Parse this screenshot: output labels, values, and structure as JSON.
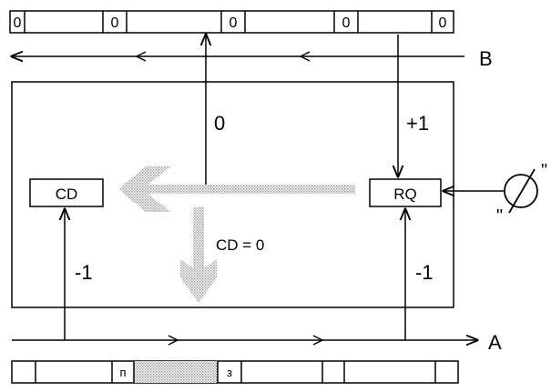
{
  "top_tape": {
    "cells": [
      "0",
      "0",
      "0",
      "0",
      "0"
    ]
  },
  "lines": {
    "top": "B",
    "bottom": "A"
  },
  "boxes": {
    "left": "CD",
    "right": "RQ"
  },
  "labels": {
    "down_from_b": "+1",
    "up_to_b": "0",
    "left_up_from_a": "-1",
    "right_up_from_a": "-1",
    "condition": "CD = 0"
  },
  "source_symbol": {
    "left_mark": "\"",
    "right_mark": "\""
  },
  "bottom_tape": {
    "cells": [
      "п",
      "з"
    ]
  },
  "colors": {
    "stroke": "#000000",
    "shade": "#c8c8c8"
  }
}
